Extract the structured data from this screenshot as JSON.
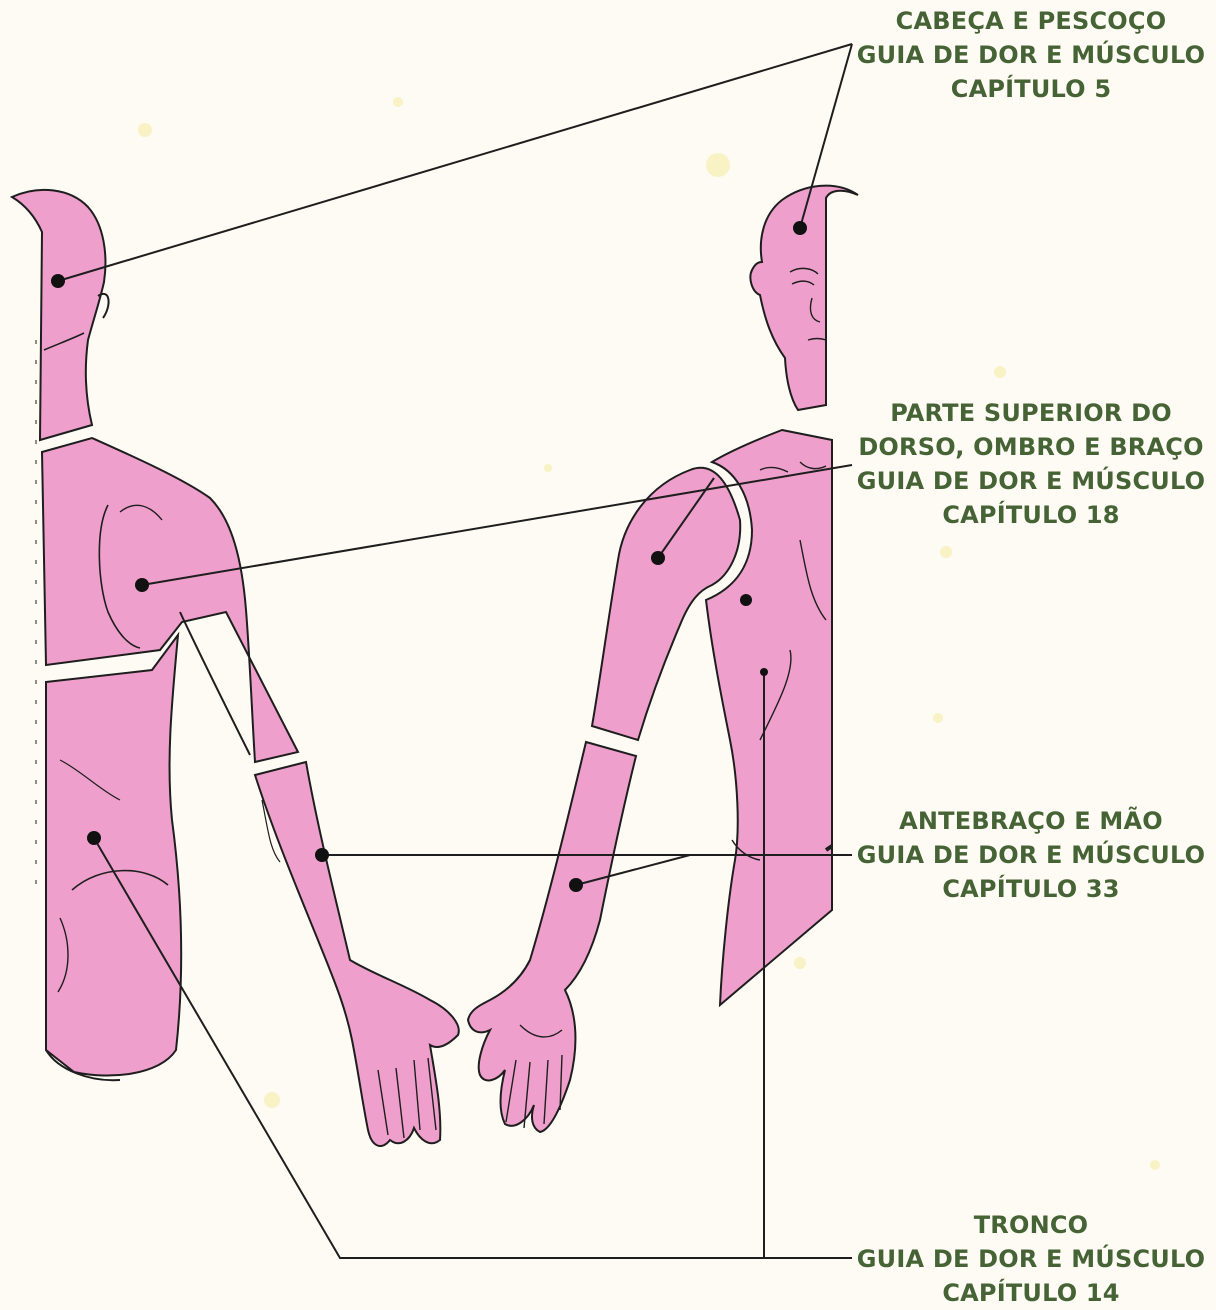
{
  "colors": {
    "background": "#fdfbf3",
    "body_fill": "#ef9fcb",
    "outline": "#1e1e1e",
    "label_text": "#466336"
  },
  "labels": {
    "head_neck": [
      "CABEÇA E PESCOÇO",
      "GUIA DE DOR E MÚSCULO",
      "CAPÍTULO 5"
    ],
    "upper_back": [
      "PARTE SUPERIOR DO",
      "DORSO, OMBRO E BRAÇO",
      "GUIA DE DOR E MÚSCULO",
      "CAPÍTULO 18"
    ],
    "forearm_hand": [
      "ANTEBRAÇO E MÃO",
      "GUIA DE DOR E MÚSCULO",
      "CAPÍTULO 33"
    ],
    "trunk": [
      "TRONCO",
      "GUIA DE DOR E MÚSCULO",
      "CAPÍTULO 14"
    ]
  }
}
